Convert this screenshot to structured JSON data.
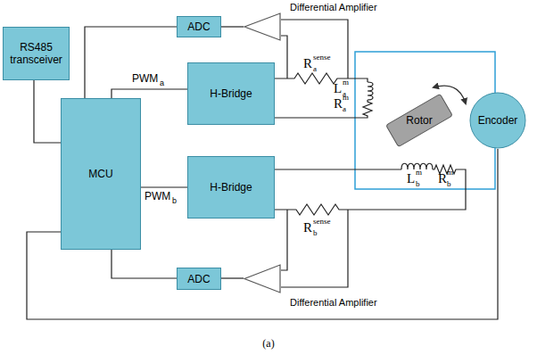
{
  "diagram": {
    "caption": "(a)",
    "nodes": [
      {
        "text": [
          "RS485 transceiver"
        ]
      },
      {
        "text": [
          "MCU"
        ]
      },
      {
        "text": [
          "ADC"
        ]
      },
      {
        "text": [
          "Differential Amplifier"
        ]
      },
      {
        "text": [
          "H-Bridge"
        ]
      },
      {
        "text": [
          "H-Bridge"
        ]
      },
      {
        "text": [
          "Rotor"
        ]
      },
      {
        "text": [
          "Encoder"
        ]
      },
      {
        "text": [
          "ADC"
        ]
      },
      {
        "text": [
          "Differential Amplifier"
        ]
      }
    ],
    "edges": [
      {
        "from": 0,
        "to": 1,
        "arrow": "none"
      },
      {
        "from": 1,
        "to": 2,
        "arrow": "none"
      },
      {
        "from": 2,
        "to": 3,
        "arrow": "none"
      },
      {
        "from": 1,
        "to": 4,
        "arrow": "none"
      },
      {
        "from": 1,
        "to": 5,
        "arrow": "none"
      },
      {
        "from": 1,
        "to": 8,
        "arrow": "none"
      },
      {
        "from": 8,
        "to": 9,
        "arrow": "none"
      },
      {
        "from": 7,
        "to": 1,
        "arrow": "none"
      }
    ],
    "labels": [
      "R",
      "sense",
      "a",
      "L",
      "m",
      "a",
      "R",
      "m",
      "a",
      "PWM",
      "a",
      "PWM",
      "b",
      "L",
      "m",
      "b",
      "R",
      "m",
      "b",
      "R",
      "sense",
      "b"
    ]
  }
}
